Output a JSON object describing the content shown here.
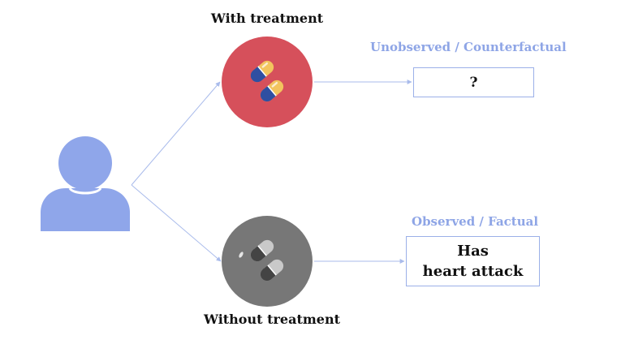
{
  "labels": {
    "with_treatment": "With treatment",
    "without_treatment": "Without treatment",
    "unobserved": "Unobserved / Counterfactual",
    "observed": "Observed / Factual"
  },
  "outcomes": {
    "counterfactual": "?",
    "factual_line1": "Has",
    "factual_line2": "heart attack"
  },
  "icons": {
    "person": "person-icon",
    "treated_pills": "colored-pills-icon",
    "untreated_pills": "gray-pills-icon"
  },
  "colors": {
    "accent": "#8ea5e6",
    "treatment_circle": "#d6505b",
    "control_circle": "#777777",
    "person": "#8fa6ea",
    "arrow": "#a9bbeb",
    "pill_yellow": "#f2c45e",
    "pill_blue": "#2f4fa1"
  }
}
